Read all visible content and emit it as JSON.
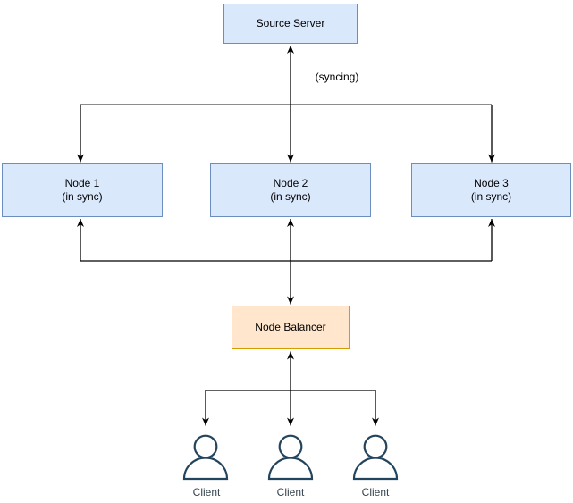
{
  "diagram": {
    "source_server": {
      "label": "Source Server"
    },
    "sync_annotation": "(syncing)",
    "nodes": [
      {
        "label": "Node 1",
        "status": "(in sync)"
      },
      {
        "label": "Node 2",
        "status": "(in sync)"
      },
      {
        "label": "Node 3",
        "status": "(in sync)"
      }
    ],
    "balancer": {
      "label": "Node Balancer"
    },
    "clients": [
      {
        "label": "Client"
      },
      {
        "label": "Client"
      },
      {
        "label": "Client"
      }
    ],
    "colors": {
      "node_fill": "#dae8fc",
      "node_border": "#6c8ebf",
      "balancer_fill": "#ffe6cc",
      "balancer_border": "#d79b00",
      "connector": "#000000",
      "top_rail": "#8c8c8c",
      "actor_stroke": "#23445d",
      "background": "#ffffff"
    }
  }
}
